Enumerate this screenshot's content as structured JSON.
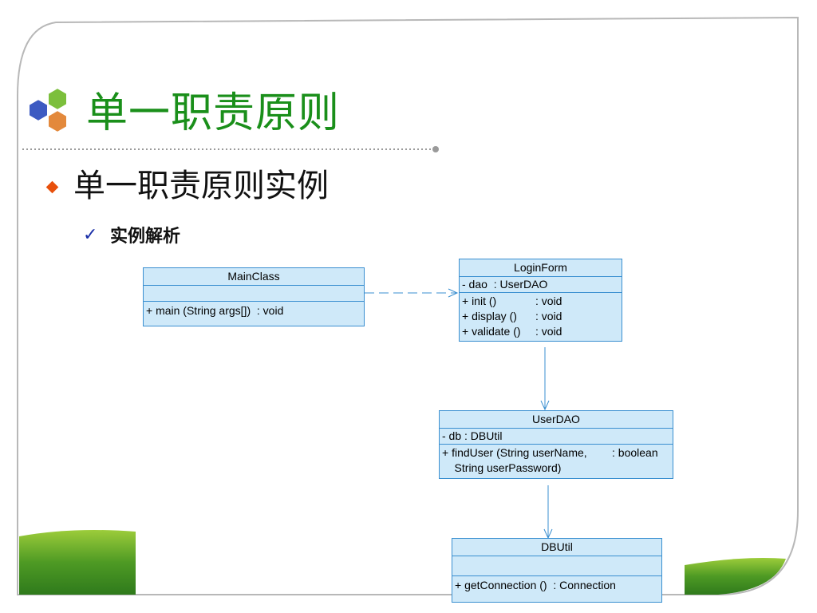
{
  "colors": {
    "title": "#1a8f1a",
    "bullet": "#e8500c",
    "check": "#1a2fa8",
    "class_fill": "#cfe9f9",
    "class_border": "#3a8fd0"
  },
  "slide": {
    "title": "单一职责原则",
    "bullet": "单一职责原则实例",
    "check_icon": "✓",
    "sub_bullet": "实例解析"
  },
  "diagram": {
    "mainclass": {
      "name": "MainClass",
      "attributes": [],
      "operations": [
        {
          "sig": "+ main (String args[])",
          "ret": ": void"
        }
      ]
    },
    "loginform": {
      "name": "LoginForm",
      "attributes": [
        {
          "sig": "- dao",
          "ret": ": UserDAO"
        }
      ],
      "operations": [
        {
          "sig": "+ init ()",
          "ret": ": void"
        },
        {
          "sig": "+ display ()",
          "ret": ": void"
        },
        {
          "sig": "+ validate ()",
          "ret": ": void"
        }
      ]
    },
    "userdao": {
      "name": "UserDAO",
      "attributes": [
        {
          "sig": "- db",
          "ret": ": DBUtil"
        }
      ],
      "operations": [
        {
          "sig": "+ findUser (String userName,",
          "ret": ": boolean"
        },
        {
          "sig": "    String userPassword)",
          "ret": ""
        }
      ]
    },
    "dbutil": {
      "name": "DBUtil",
      "attributes": [],
      "operations": [
        {
          "sig": "+ getConnection ()",
          "ret": ": Connection"
        }
      ]
    },
    "relations": [
      {
        "from": "MainClass",
        "to": "LoginForm",
        "kind": "dependency"
      },
      {
        "from": "LoginForm",
        "to": "UserDAO",
        "kind": "association"
      },
      {
        "from": "UserDAO",
        "to": "DBUtil",
        "kind": "association"
      }
    ]
  }
}
